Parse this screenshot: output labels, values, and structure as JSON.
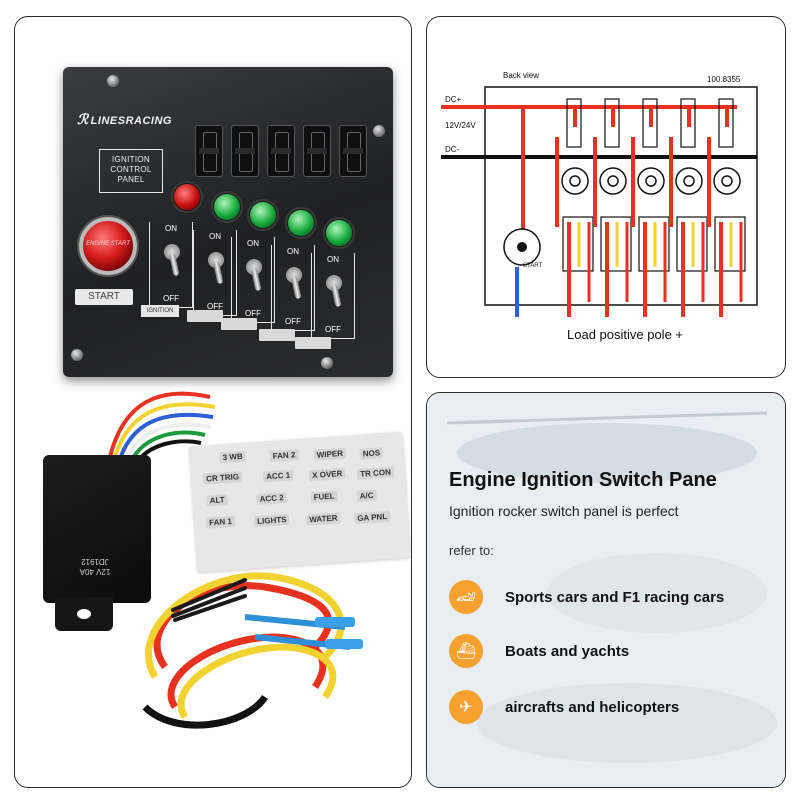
{
  "panel": {
    "brand": "LINESRACING",
    "label_lines": [
      "IGNITION",
      "CONTROL",
      "PANEL"
    ],
    "start_button_text": "ENGINE START",
    "start_label": "START",
    "ignition_tag": "IGNITION",
    "switch_on": "ON",
    "switch_off": "OFF"
  },
  "relay": {
    "line1": "12V 40A",
    "line2": "JD1912"
  },
  "sticker_labels": [
    "3 WB",
    "FAN 2",
    "WIPER",
    "NOS",
    "CR TRIG",
    "ACC 1",
    "X OVER",
    "TR CON",
    "ALT",
    "ACC 2",
    "FUEL",
    "A/C",
    "FAN 1",
    "LIGHTS",
    "WATER",
    "GA PNL"
  ],
  "diagram": {
    "back_view": "Back view",
    "code": "100.8355",
    "dc_plus": "DC+",
    "voltage": "12V/24V",
    "dc_minus": "DC-",
    "start": "START",
    "load": "Load positive pole +"
  },
  "info": {
    "title": "Engine Ignition Switch Pane",
    "subtitle": "Ignition rocker switch panel is perfect",
    "refer": "refer to:",
    "uses": [
      {
        "icon": "car-icon",
        "label": "Sports cars and F1 racing cars"
      },
      {
        "icon": "ship-icon",
        "label": "Boats and yachts"
      },
      {
        "icon": "plane-icon",
        "label": "aircrafts and helicopters"
      }
    ]
  },
  "colors": {
    "accent": "#f7a131",
    "wire_red": "#e8321f",
    "wire_yellow": "#f2d230",
    "led_green": "#15a83b",
    "led_red": "#c40d0d"
  }
}
